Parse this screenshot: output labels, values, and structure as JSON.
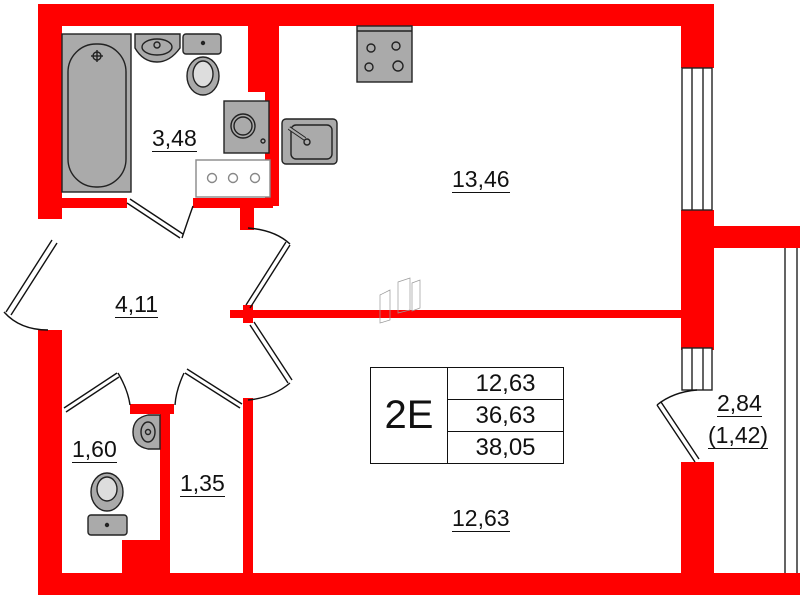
{
  "plan": {
    "wall_color": "#ff0000",
    "fixture_color": "#aaaaaa",
    "apartment": {
      "type_code": "2E",
      "living_area": "12,63",
      "total_area": "36,63",
      "total_area_with_balcony": "38,05"
    },
    "rooms": [
      {
        "id": "bathroom",
        "area": "3,48"
      },
      {
        "id": "kitchen",
        "area": "13,46"
      },
      {
        "id": "hallway",
        "area": "4,11"
      },
      {
        "id": "toilet",
        "area": "1,60"
      },
      {
        "id": "closet",
        "area": "1,35"
      },
      {
        "id": "bedroom",
        "area": "12,63"
      },
      {
        "id": "balcony",
        "area": "2,84",
        "reduced_area": "(1,42)"
      }
    ],
    "fixtures": [
      "bathtub",
      "bathroom-sink",
      "bathroom-toilet",
      "washing-machine",
      "water-heater",
      "kitchen-sink",
      "stove",
      "toilet-sink",
      "wc-toilet"
    ]
  }
}
